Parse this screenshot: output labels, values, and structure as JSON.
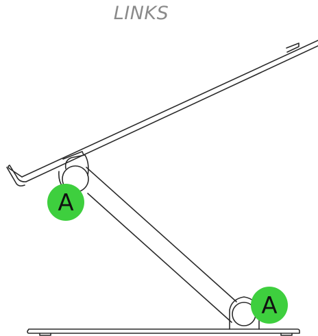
{
  "heading": "LINKS",
  "markers": [
    {
      "label": "A"
    },
    {
      "label": "A"
    }
  ],
  "colors": {
    "heading": "#8a8a8a",
    "marker_fill": "#3ecf3e",
    "outline": "#2a2a2a",
    "background": "#ffffff"
  }
}
